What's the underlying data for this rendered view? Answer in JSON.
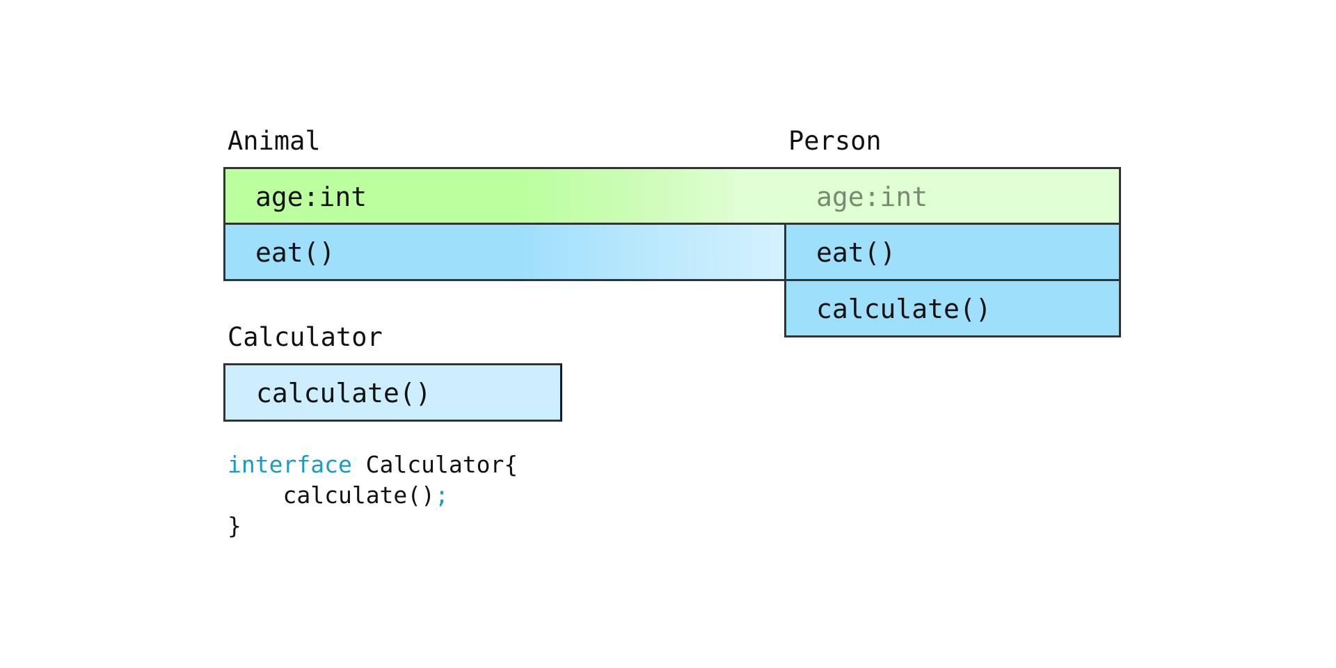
{
  "labels": {
    "animal": "Animal",
    "person": "Person",
    "calculator": "Calculator"
  },
  "animal": {
    "field": "age:int",
    "method": "eat()"
  },
  "person": {
    "inherited_field": "age:int",
    "method_eat": "eat()",
    "method_calculate": "calculate()"
  },
  "calculator_interface": {
    "method": "calculate()"
  },
  "code": {
    "keyword": "interface",
    "name": " Calculator{",
    "body_indent": "    ",
    "body_call": "calculate()",
    "semicolon": ";",
    "close": "}"
  },
  "colors": {
    "field_green": "#bbff9f",
    "field_green_light": "#e0ffd4",
    "method_blue": "#9edffc",
    "method_blue_light": "#cdeefe",
    "keyword_blue": "#1a9bc4",
    "inherited_text_gray": "#7a8a72",
    "border": "#333333"
  }
}
